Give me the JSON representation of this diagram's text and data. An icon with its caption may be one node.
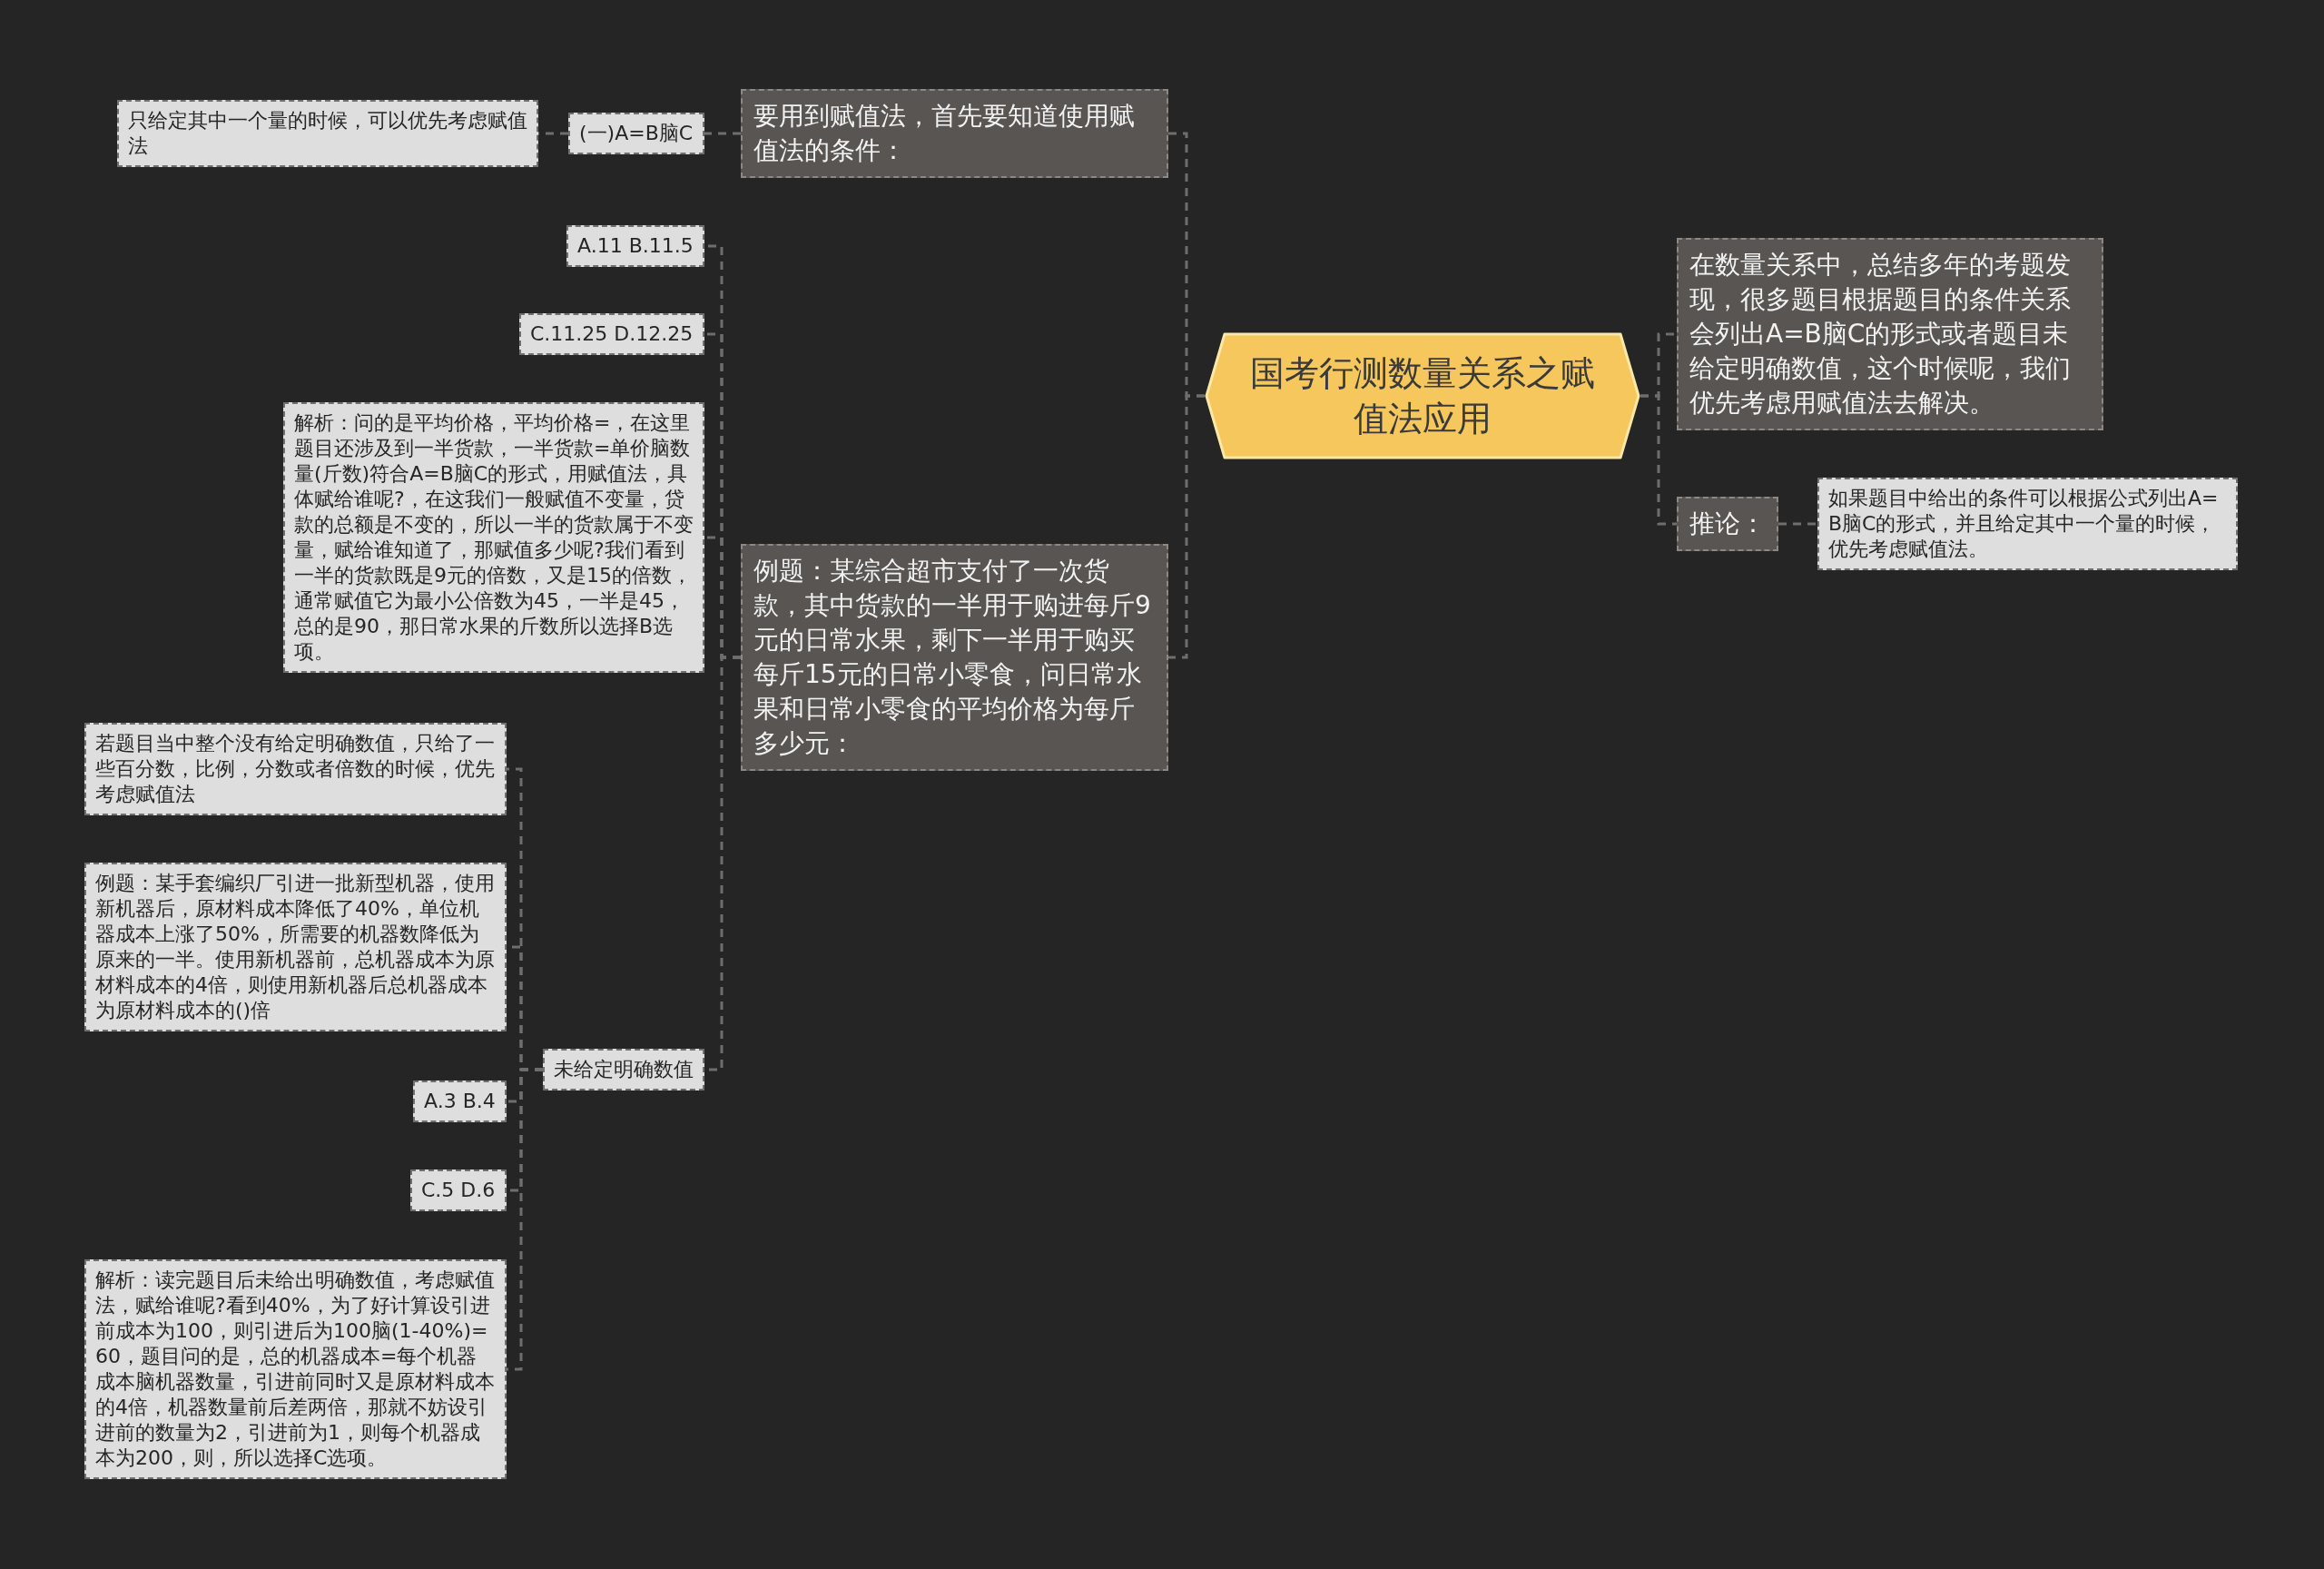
{
  "diagram": {
    "nodes": [
      {
        "text": [
          "国考行测数量关系之赋值法应用"
        ]
      },
      {
        "text": [
          "要用到赋值法，首先要知道使用赋值法的条件："
        ]
      },
      {
        "text": [
          "(一)A=B脑C"
        ]
      },
      {
        "text": [
          "只给定其中一个量的时候，可以优先考虑赋值法"
        ]
      },
      {
        "text": [
          "例题：某综合超市支付了一次货款，其中货款的一半用于购进每斤9元的日常水果，剩下一半用于购买每斤15元的日常小零食，问日常水果和日常小零食的平均价格为每斤多少元："
        ]
      },
      {
        "text": [
          "A.11 B.11.5"
        ]
      },
      {
        "text": [
          "C.11.25 D.12.25"
        ]
      },
      {
        "text": [
          "解析：问的是平均价格，平均价格=，在这里题目还涉及到一半货款，一半货款=单价脑数量(斤数)符合A=B脑C的形式，用赋值法，具体赋给谁呢?，在这我们一般赋值不变量，贷款的总额是不变的，所以一半的货款属于不变量，赋给谁知道了，那赋值多少呢?我们看到一半的货款既是9元的倍数，又是15的倍数，通常赋值它为最小公倍数为45，一半是45，总的是90，那日常水果的斤数所以选择B选项。"
        ]
      },
      {
        "text": [
          "未给定明确数值"
        ]
      },
      {
        "text": [
          "若题目当中整个没有给定明确数值，只给了一些百分数，比例，分数或者倍数的时候，优先考虑赋值法"
        ]
      },
      {
        "text": [
          "例题：某手套编织厂引进一批新型机器，使用新机器后，原材料成本降低了40%，单位机器成本上涨了50%，所需要的机器数降低为原来的一半。使用新机器前，总机器成本为原材料成本的4倍，则使用新机器后总机器成本为原材料成本的()倍"
        ]
      },
      {
        "text": [
          "A.3 B.4"
        ]
      },
      {
        "text": [
          "C.5 D.6"
        ]
      },
      {
        "text": [
          "解析：读完题目后未给出明确数值，考虑赋值法，赋给谁呢?看到40%，为了好计算设引进前成本为100，则引进后为100脑(1-40%)=60，题目问的是，总的机器成本=每个机器成本脑机器数量，引进前同时又是原材料成本的4倍，机器数量前后差两倍，那就不妨设引进前的数量为2，引进前为1，则每个机器成本为200，则，所以选择C选项。"
        ]
      },
      {
        "text": [
          "在数量关系中，总结多年的考题发现，很多题目根据题目的条件关系会列出A=B脑C的形式或者题目未给定明确数值，这个时候呢，我们优先考虑用赋值法去解决。"
        ]
      },
      {
        "text": [
          "推论："
        ]
      },
      {
        "text": [
          "如果题目中给出的条件可以根据公式列出A=B脑C的形式，并且给定其中一个量的时候，优先考虑赋值法。"
        ]
      }
    ],
    "edges": [
      {
        "from": 0,
        "to": 1,
        "arrow": "none"
      },
      {
        "from": 1,
        "to": 2,
        "arrow": "none"
      },
      {
        "from": 2,
        "to": 3,
        "arrow": "none"
      },
      {
        "from": 0,
        "to": 4,
        "arrow": "none"
      },
      {
        "from": 4,
        "to": 5,
        "arrow": "none"
      },
      {
        "from": 4,
        "to": 6,
        "arrow": "none"
      },
      {
        "from": 4,
        "to": 7,
        "arrow": "none"
      },
      {
        "from": 4,
        "to": 8,
        "arrow": "none"
      },
      {
        "from": 8,
        "to": 9,
        "arrow": "none"
      },
      {
        "from": 8,
        "to": 10,
        "arrow": "none"
      },
      {
        "from": 8,
        "to": 11,
        "arrow": "none"
      },
      {
        "from": 8,
        "to": 12,
        "arrow": "none"
      },
      {
        "from": 8,
        "to": 13,
        "arrow": "none"
      },
      {
        "from": 0,
        "to": 14,
        "arrow": "none"
      },
      {
        "from": 0,
        "to": 15,
        "arrow": "none"
      },
      {
        "from": 15,
        "to": 16,
        "arrow": "none"
      }
    ]
  }
}
